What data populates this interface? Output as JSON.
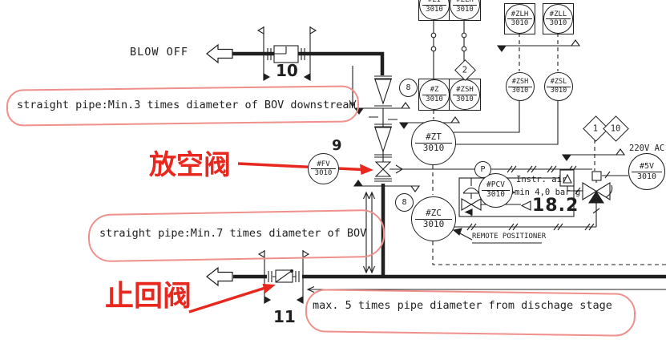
{
  "texts": {
    "blow_off": "BLOW OFF",
    "equip_10": "10",
    "equip_9": "9",
    "equip_11": "11",
    "setpoint": "18.2",
    "voltage": "220V AC",
    "instr_air_1": "Instr. air",
    "instr_air_2": "min 4,0 bar g",
    "remote_positioner": "REMOTE POSITIONER",
    "flag_8_upper": "8",
    "flag_8_lower": "8",
    "interlock_2": "2",
    "interlock_1": "1",
    "interlock_10": "10"
  },
  "red_annotations": {
    "downstream_note": "straight pipe:Min.3 times diameter of BOV downstream",
    "upstream_note": "straight pipe:Min.7 times diameter of BOV",
    "discharge_note": "max. 5 times pipe diameter from dischage stage",
    "blow_off_valve_cn": "放空阀",
    "check_valve_cn": "止回阀"
  },
  "instruments": {
    "fv": {
      "tag": "#FV",
      "loop": "3010"
    },
    "zt": {
      "tag": "#ZT",
      "loop": "3010"
    },
    "zc": {
      "tag": "#ZC",
      "loop": "3010"
    },
    "pcv": {
      "tag": "#PCV",
      "loop": "3010"
    },
    "sv": {
      "tag": "#5V",
      "loop": "3010"
    },
    "p_connector": {
      "tag": "P"
    },
    "zsh_field": {
      "tag": "#ZSH",
      "loop": "3010"
    },
    "zsl_field": {
      "tag": "#ZSL",
      "loop": "3010"
    },
    "zi_panel": {
      "tag": "#ZI",
      "loop": "3010"
    },
    "zlh_panel_a": {
      "tag": "#ZLH",
      "loop": "3010"
    },
    "z_panel": {
      "tag": "#Z",
      "loop": "3010"
    },
    "zsh_panel": {
      "tag": "#ZSH",
      "loop": "3010"
    },
    "zlh_panel_b": {
      "tag": "#ZLH",
      "loop": "3010"
    },
    "zll_panel": {
      "tag": "#ZLL",
      "loop": "3010"
    }
  },
  "colors": {
    "line": "#1f1f1f",
    "red_text": "#e8281e",
    "red_oval": "#f0908c"
  }
}
